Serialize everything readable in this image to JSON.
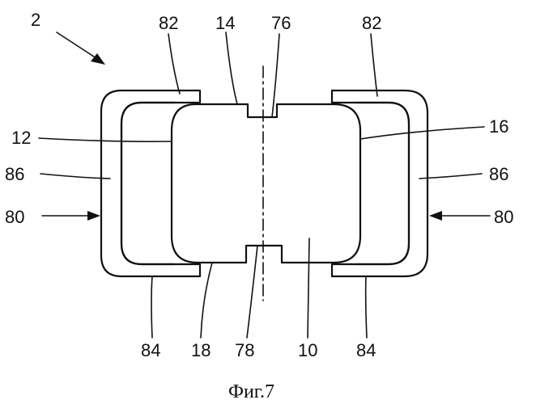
{
  "labels": {
    "ref_2": "2",
    "ref_82_left": "82",
    "ref_14": "14",
    "ref_76": "76",
    "ref_82_right": "82",
    "ref_12": "12",
    "ref_16": "16",
    "ref_86_left": "86",
    "ref_86_right": "86",
    "ref_80_left": "80",
    "ref_80_right": "80",
    "ref_84_left": "84",
    "ref_18": "18",
    "ref_78": "78",
    "ref_10": "10",
    "ref_84_right": "84"
  },
  "caption": "Фиг.7"
}
